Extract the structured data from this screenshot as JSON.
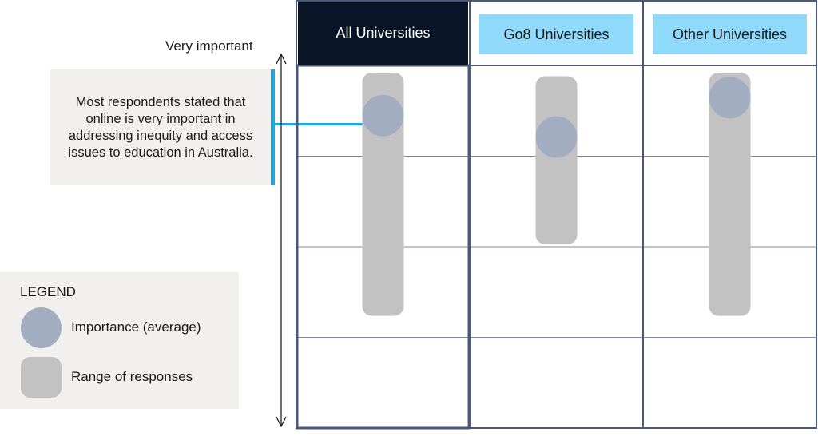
{
  "axis": {
    "top_label": "Very important"
  },
  "callout": {
    "text": "Most respondents stated that online is very important in addressing inequity and access issues to education in Australia."
  },
  "legend": {
    "title": "LEGEND",
    "importance_label": "Importance (average)",
    "range_label": "Range of responses"
  },
  "colors": {
    "accent": "#1fa8e0",
    "header_dark": "#091426",
    "header_light": "#8fdafa",
    "dot": "#a3adc2",
    "range": "#c2c2c2",
    "grid": "#4a5a78"
  },
  "chart_data": {
    "type": "range-dot",
    "ylim": [
      0,
      1
    ],
    "categories": [
      "All Universities",
      "Go8 Universities",
      "Other Universities"
    ],
    "ranges": [
      [
        0.3,
        0.98
      ],
      [
        0.5,
        0.97
      ],
      [
        0.3,
        0.98
      ]
    ],
    "averages": [
      0.86,
      0.8,
      0.91
    ],
    "y_top_label": "Very important",
    "grid_rows": 4,
    "highlighted_category": "All Universities"
  }
}
